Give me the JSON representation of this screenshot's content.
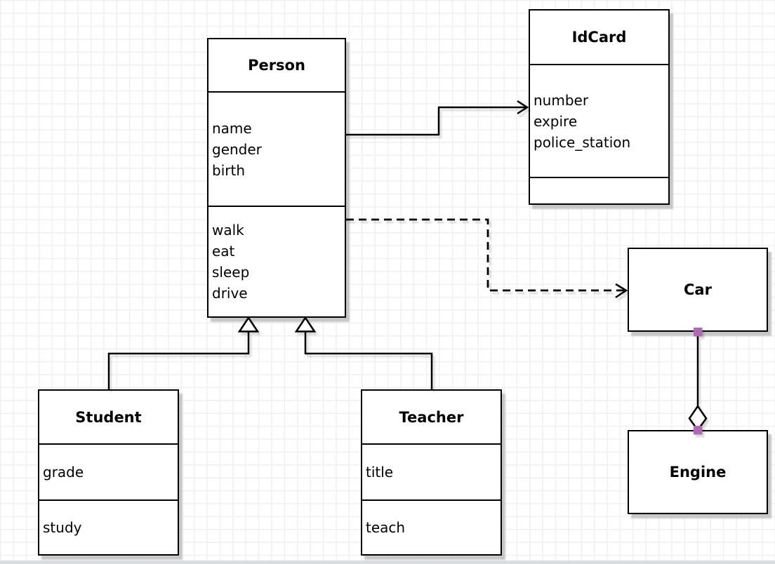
{
  "diagram": {
    "type": "uml-class-diagram",
    "classes": {
      "person": {
        "name": "Person",
        "attributes": [
          "name",
          "gender",
          "birth"
        ],
        "methods": [
          "walk",
          "eat",
          "sleep",
          "drive"
        ]
      },
      "idcard": {
        "name": "IdCard",
        "attributes": [
          "number",
          "expire",
          "police_station"
        ],
        "methods": []
      },
      "car": {
        "name": "Car",
        "attributes": [],
        "methods": []
      },
      "engine": {
        "name": "Engine",
        "attributes": [],
        "methods": []
      },
      "student": {
        "name": "Student",
        "attributes": [
          "grade"
        ],
        "methods": [
          "study"
        ]
      },
      "teacher": {
        "name": "Teacher",
        "attributes": [
          "title"
        ],
        "methods": [
          "teach"
        ]
      }
    },
    "relationships": [
      {
        "from": "Person",
        "to": "IdCard",
        "type": "association",
        "line": "solid",
        "arrow": "open-arrowhead"
      },
      {
        "from": "Person",
        "to": "Car",
        "type": "dependency",
        "line": "dashed",
        "arrow": "open-arrowhead"
      },
      {
        "from": "Student",
        "to": "Person",
        "type": "generalization",
        "line": "solid",
        "arrow": "hollow-triangle"
      },
      {
        "from": "Teacher",
        "to": "Person",
        "type": "generalization",
        "line": "solid",
        "arrow": "hollow-triangle"
      },
      {
        "from": "Car",
        "to": "Engine",
        "type": "aggregation",
        "line": "solid",
        "arrow": "hollow-diamond",
        "endpoint_handles": true
      }
    ],
    "colors": {
      "line": "#000000",
      "text": "#000000",
      "box_fill": "#ffffff",
      "box_shadow": "#c7c7c7",
      "grid": "#f0f0f3",
      "background": "#ffffff",
      "endpoint_handle": "#b168b6",
      "bottom_edge": "#d9dde2"
    }
  }
}
